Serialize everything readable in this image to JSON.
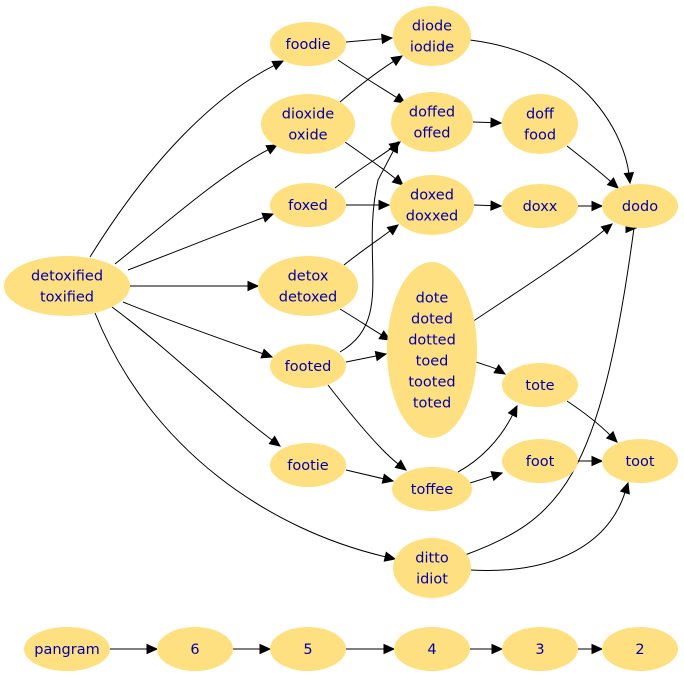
{
  "diagram": {
    "nodes": [
      {
        "id": "detoxified",
        "lines": [
          "detoxified",
          "toxified"
        ]
      },
      {
        "id": "foodie",
        "lines": [
          "foodie"
        ]
      },
      {
        "id": "dioxide",
        "lines": [
          "dioxide",
          "oxide"
        ]
      },
      {
        "id": "foxed",
        "lines": [
          "foxed"
        ]
      },
      {
        "id": "detox",
        "lines": [
          "detox",
          "detoxed"
        ]
      },
      {
        "id": "footed",
        "lines": [
          "footed"
        ]
      },
      {
        "id": "footie",
        "lines": [
          "footie"
        ]
      },
      {
        "id": "diode",
        "lines": [
          "diode",
          "iodide"
        ]
      },
      {
        "id": "doffed",
        "lines": [
          "doffed",
          "offed"
        ]
      },
      {
        "id": "doxed",
        "lines": [
          "doxed",
          "doxxed"
        ]
      },
      {
        "id": "dote",
        "lines": [
          "dote",
          "doted",
          "dotted",
          "toed",
          "tooted",
          "toted"
        ]
      },
      {
        "id": "toffee",
        "lines": [
          "toffee"
        ]
      },
      {
        "id": "ditto",
        "lines": [
          "ditto",
          "idiot"
        ]
      },
      {
        "id": "doff",
        "lines": [
          "doff",
          "food"
        ]
      },
      {
        "id": "doxx",
        "lines": [
          "doxx"
        ]
      },
      {
        "id": "tote",
        "lines": [
          "tote"
        ]
      },
      {
        "id": "foot",
        "lines": [
          "foot"
        ]
      },
      {
        "id": "dodo",
        "lines": [
          "dodo"
        ]
      },
      {
        "id": "toot",
        "lines": [
          "toot"
        ]
      },
      {
        "id": "pangram",
        "lines": [
          "pangram"
        ]
      },
      {
        "id": "n6",
        "lines": [
          "6"
        ]
      },
      {
        "id": "n5",
        "lines": [
          "5"
        ]
      },
      {
        "id": "n4",
        "lines": [
          "4"
        ]
      },
      {
        "id": "n3",
        "lines": [
          "3"
        ]
      },
      {
        "id": "n2",
        "lines": [
          "2"
        ]
      }
    ],
    "edges": [
      {
        "from": "detoxified",
        "to": "foodie"
      },
      {
        "from": "detoxified",
        "to": "dioxide"
      },
      {
        "from": "detoxified",
        "to": "foxed"
      },
      {
        "from": "detoxified",
        "to": "detox"
      },
      {
        "from": "detoxified",
        "to": "footed"
      },
      {
        "from": "detoxified",
        "to": "footie"
      },
      {
        "from": "detoxified",
        "to": "ditto"
      },
      {
        "from": "foodie",
        "to": "diode"
      },
      {
        "from": "foodie",
        "to": "doffed"
      },
      {
        "from": "dioxide",
        "to": "diode"
      },
      {
        "from": "dioxide",
        "to": "doxed"
      },
      {
        "from": "foxed",
        "to": "doffed"
      },
      {
        "from": "foxed",
        "to": "doxed"
      },
      {
        "from": "detox",
        "to": "doxed"
      },
      {
        "from": "detox",
        "to": "dote"
      },
      {
        "from": "footed",
        "to": "doffed"
      },
      {
        "from": "footed",
        "to": "dote"
      },
      {
        "from": "footed",
        "to": "toffee"
      },
      {
        "from": "footie",
        "to": "toffee"
      },
      {
        "from": "diode",
        "to": "dodo"
      },
      {
        "from": "doffed",
        "to": "doff"
      },
      {
        "from": "doxed",
        "to": "doxx"
      },
      {
        "from": "dote",
        "to": "dodo"
      },
      {
        "from": "dote",
        "to": "tote"
      },
      {
        "from": "toffee",
        "to": "tote"
      },
      {
        "from": "toffee",
        "to": "foot"
      },
      {
        "from": "ditto",
        "to": "dodo"
      },
      {
        "from": "ditto",
        "to": "toot"
      },
      {
        "from": "doff",
        "to": "dodo"
      },
      {
        "from": "doxx",
        "to": "dodo"
      },
      {
        "from": "tote",
        "to": "toot"
      },
      {
        "from": "foot",
        "to": "toot"
      },
      {
        "from": "pangram",
        "to": "n6"
      },
      {
        "from": "n6",
        "to": "n5"
      },
      {
        "from": "n5",
        "to": "n4"
      },
      {
        "from": "n4",
        "to": "n3"
      },
      {
        "from": "n3",
        "to": "n2"
      }
    ],
    "colors": {
      "node_fill": "#ffe080",
      "node_text": "#0000aa",
      "edge": "#000000",
      "background": "#ffffff"
    }
  }
}
